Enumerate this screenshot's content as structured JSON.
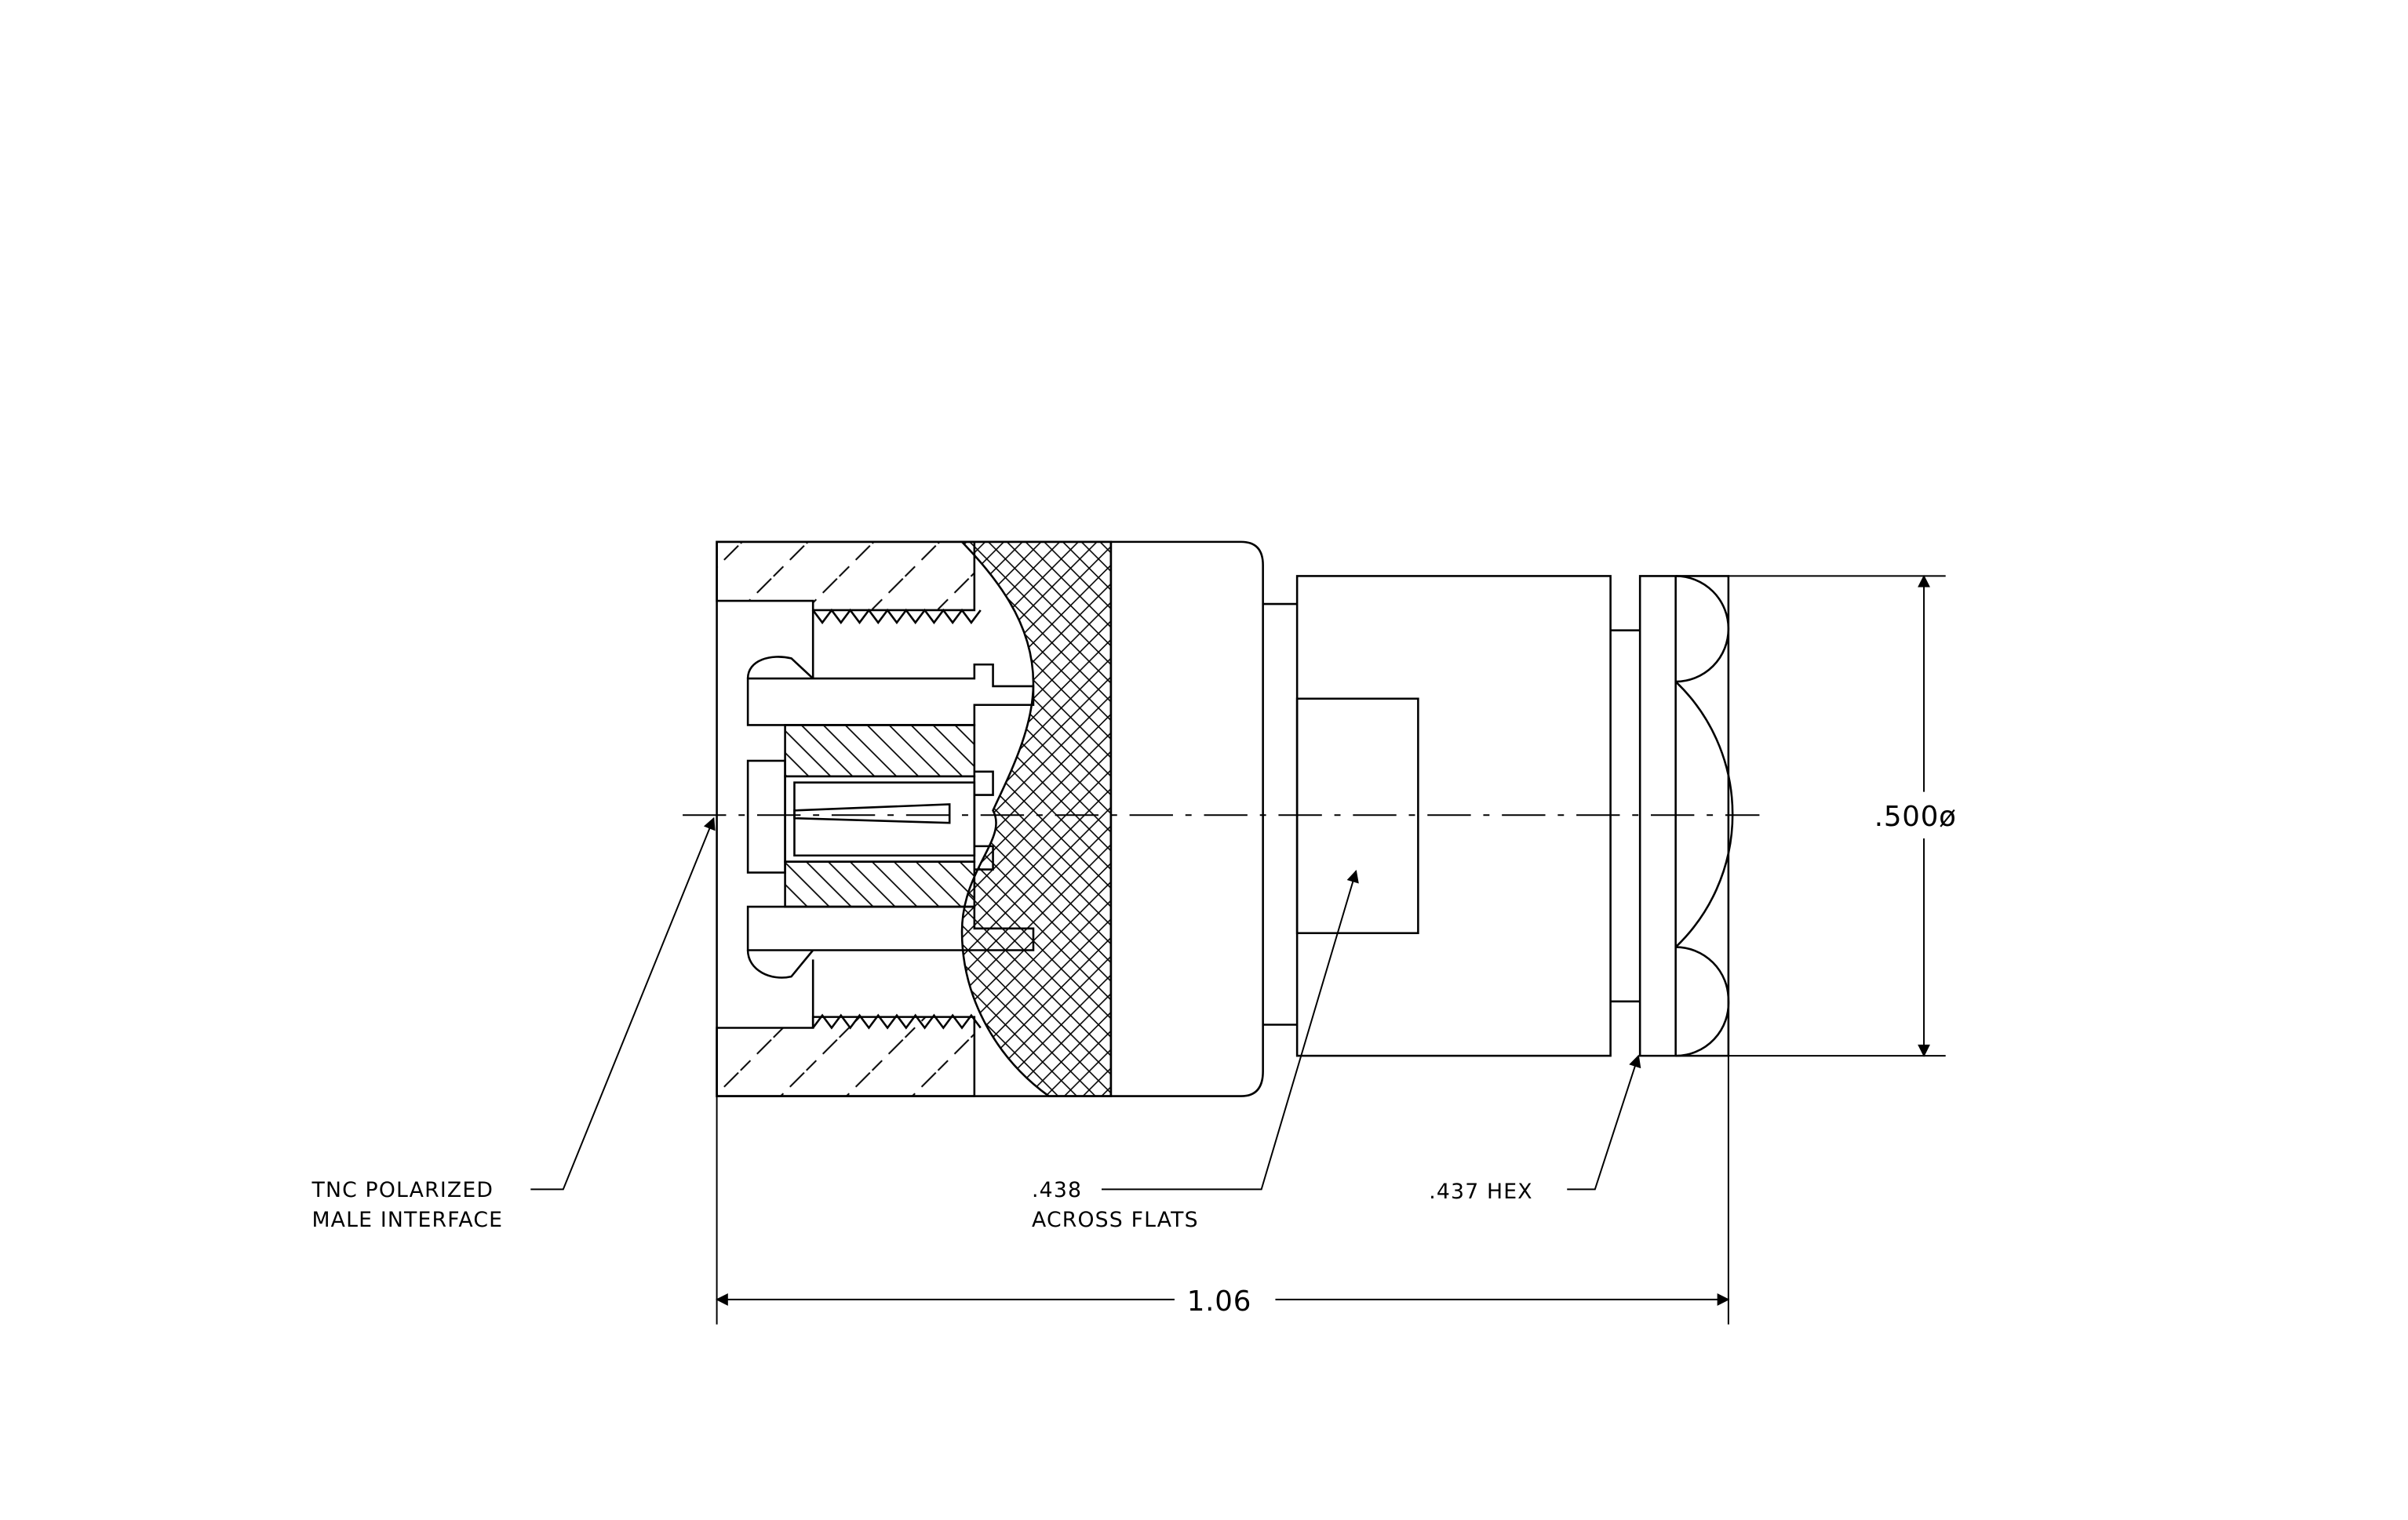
{
  "callouts": {
    "interface_line1": "TNC POLARIZED",
    "interface_line2": "MALE INTERFACE",
    "flats_line1": ".438",
    "flats_line2": "ACROSS FLATS",
    "hex": ".437 HEX"
  },
  "dimensions": {
    "overall_length": "1.06",
    "diameter": ".500ø"
  },
  "colors": {
    "ink": "#000000",
    "background": "#ffffff"
  }
}
